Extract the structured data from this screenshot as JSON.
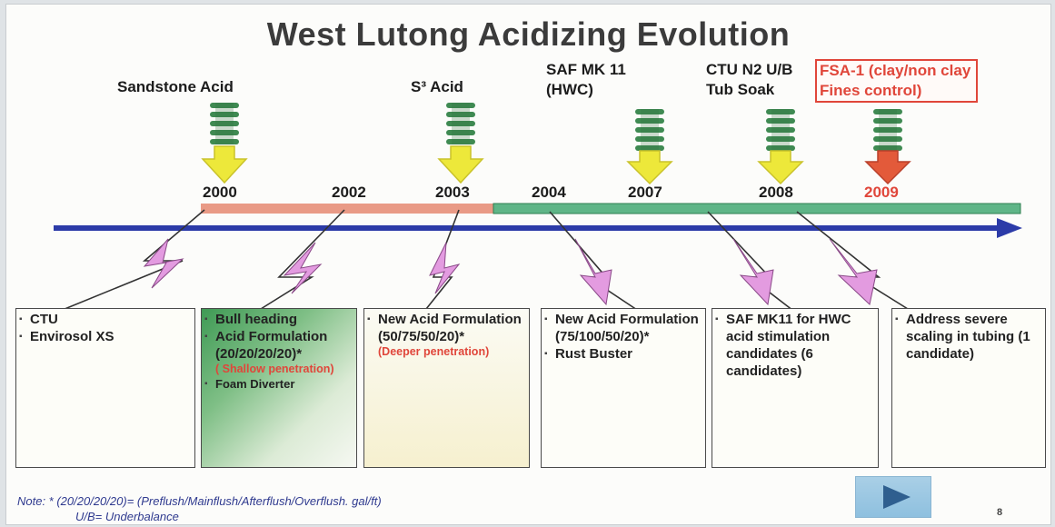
{
  "title": "West Lutong Acidizing Evolution",
  "milestones": [
    {
      "label": "Sandstone Acid"
    },
    {
      "label": "S³ Acid"
    },
    {
      "label": "SAF MK 11\n(HWC)"
    },
    {
      "label": "CTU N2 U/B\nTub Soak"
    },
    {
      "label": "FSA-1 (clay/non clay\nFines control)"
    }
  ],
  "years": [
    "2000",
    "2002",
    "2003",
    "2004",
    "2007",
    "2008",
    "2009"
  ],
  "boxes": [
    {
      "items": [
        "CTU",
        "Envirosol XS"
      ]
    },
    {
      "items": [
        "Bull heading",
        "Acid Formulation (20/20/20/20)*"
      ],
      "penetration": "( Shallow penetration)",
      "extra": "Foam Diverter"
    },
    {
      "items": [
        "New Acid Formulation (50/75/50/20)*"
      ],
      "penetration": "(Deeper penetration)"
    },
    {
      "items": [
        "New Acid Formulation (75/100/50/20)*",
        "Rust Buster"
      ]
    },
    {
      "items": [
        "SAF MK11 for HWC acid stimulation candidates (6 candidates)"
      ]
    },
    {
      "items": [
        "Address severe scaling in tubing (1 candidate)"
      ]
    }
  ],
  "note": {
    "line1": "Note: * (20/20/20/20)= (Preflush/Mainflush/Afterflush/Overflush. gal/ft)",
    "line2": "U/B= Underbalance"
  },
  "page_number": "8",
  "colors": {
    "arrow_yellow": "#ede83a",
    "arrow_red": "#e35a3a",
    "coil_green": "#3f8a52",
    "bar_salmon": "#e99a86",
    "bar_green": "#5fb587",
    "timeline_blue": "#2c3ba8",
    "bolt_pink": "#e39be0",
    "accent_red": "#e0463a"
  }
}
